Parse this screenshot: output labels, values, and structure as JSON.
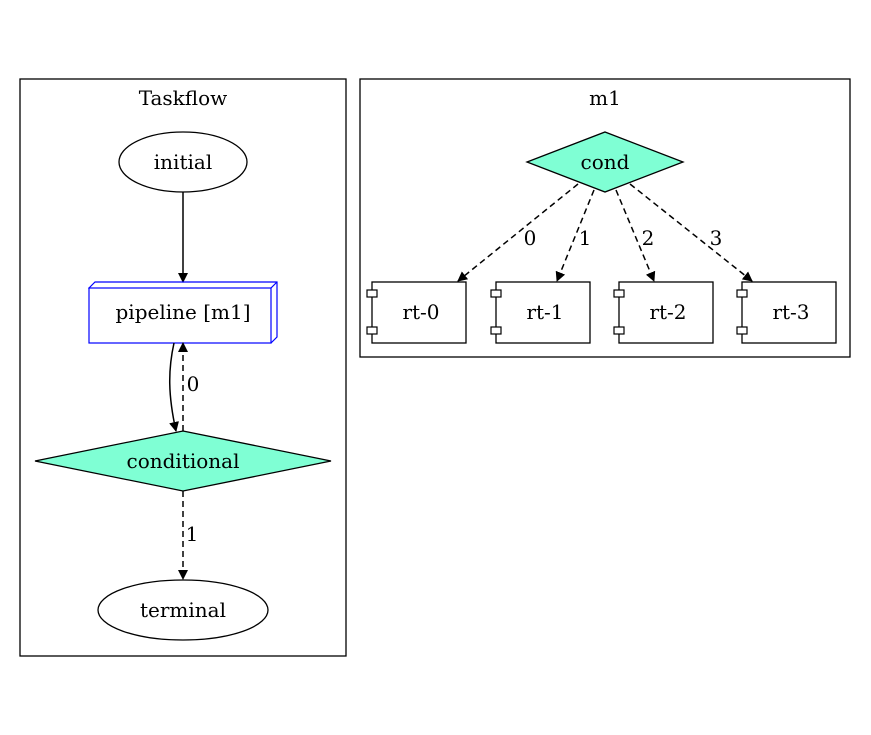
{
  "clusters": {
    "taskflow": {
      "label": "Taskflow"
    },
    "m1": {
      "label": "m1"
    }
  },
  "nodes": {
    "initial": "initial",
    "pipeline": "pipeline [m1]",
    "conditional": "conditional",
    "terminal": "terminal",
    "cond": "cond",
    "rt0": "rt-0",
    "rt1": "rt-1",
    "rt2": "rt-2",
    "rt3": "rt-3"
  },
  "edges": {
    "conditional_to_pipeline": "0",
    "conditional_to_terminal": "1",
    "cond_to_rt0": "0",
    "cond_to_rt1": "1",
    "cond_to_rt2": "2",
    "cond_to_rt3": "3"
  },
  "colors": {
    "condition_fill": "#7fffd4",
    "module_stroke": "#0000ff",
    "line": "#000000"
  }
}
